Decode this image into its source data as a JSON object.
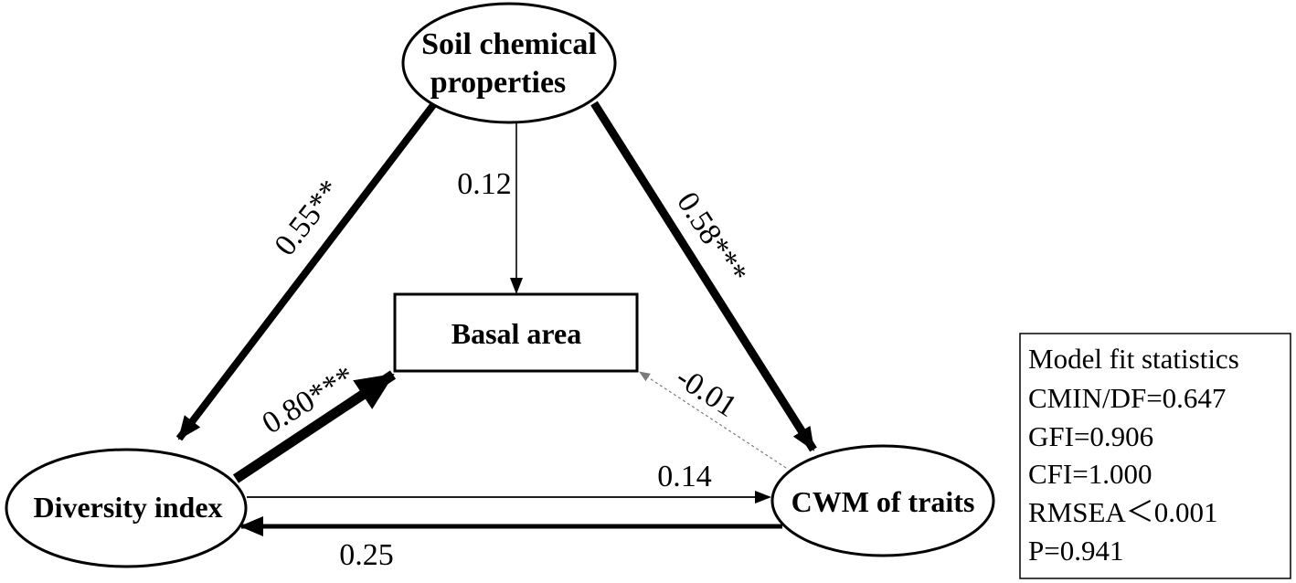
{
  "nodes": {
    "soil": {
      "line1": "Soil chemical",
      "line2": "properties"
    },
    "basal": {
      "label": "Basal area"
    },
    "diversity": {
      "label": "Diversity index"
    },
    "cwm": {
      "label": "CWM of traits"
    }
  },
  "edges": {
    "soil_to_diversity": "0.55**",
    "soil_to_basal": "0.12",
    "soil_to_cwm": "0.58***",
    "diversity_to_basal": "0.80***",
    "cwm_to_basal": "-0.01",
    "diversity_to_cwm": "0.14",
    "cwm_to_diversity": "0.25"
  },
  "fit": {
    "title": "Model fit statistics",
    "cmin": "CMIN/DF=0.647",
    "gfi": "GFI=0.906",
    "cfi": "CFI=1.000",
    "rmsea": "RMSEA＜0.001",
    "p": "P=0.941"
  },
  "colors": {
    "stroke": "#000000",
    "dotted": "#7a7a7a",
    "background": "#ffffff"
  }
}
